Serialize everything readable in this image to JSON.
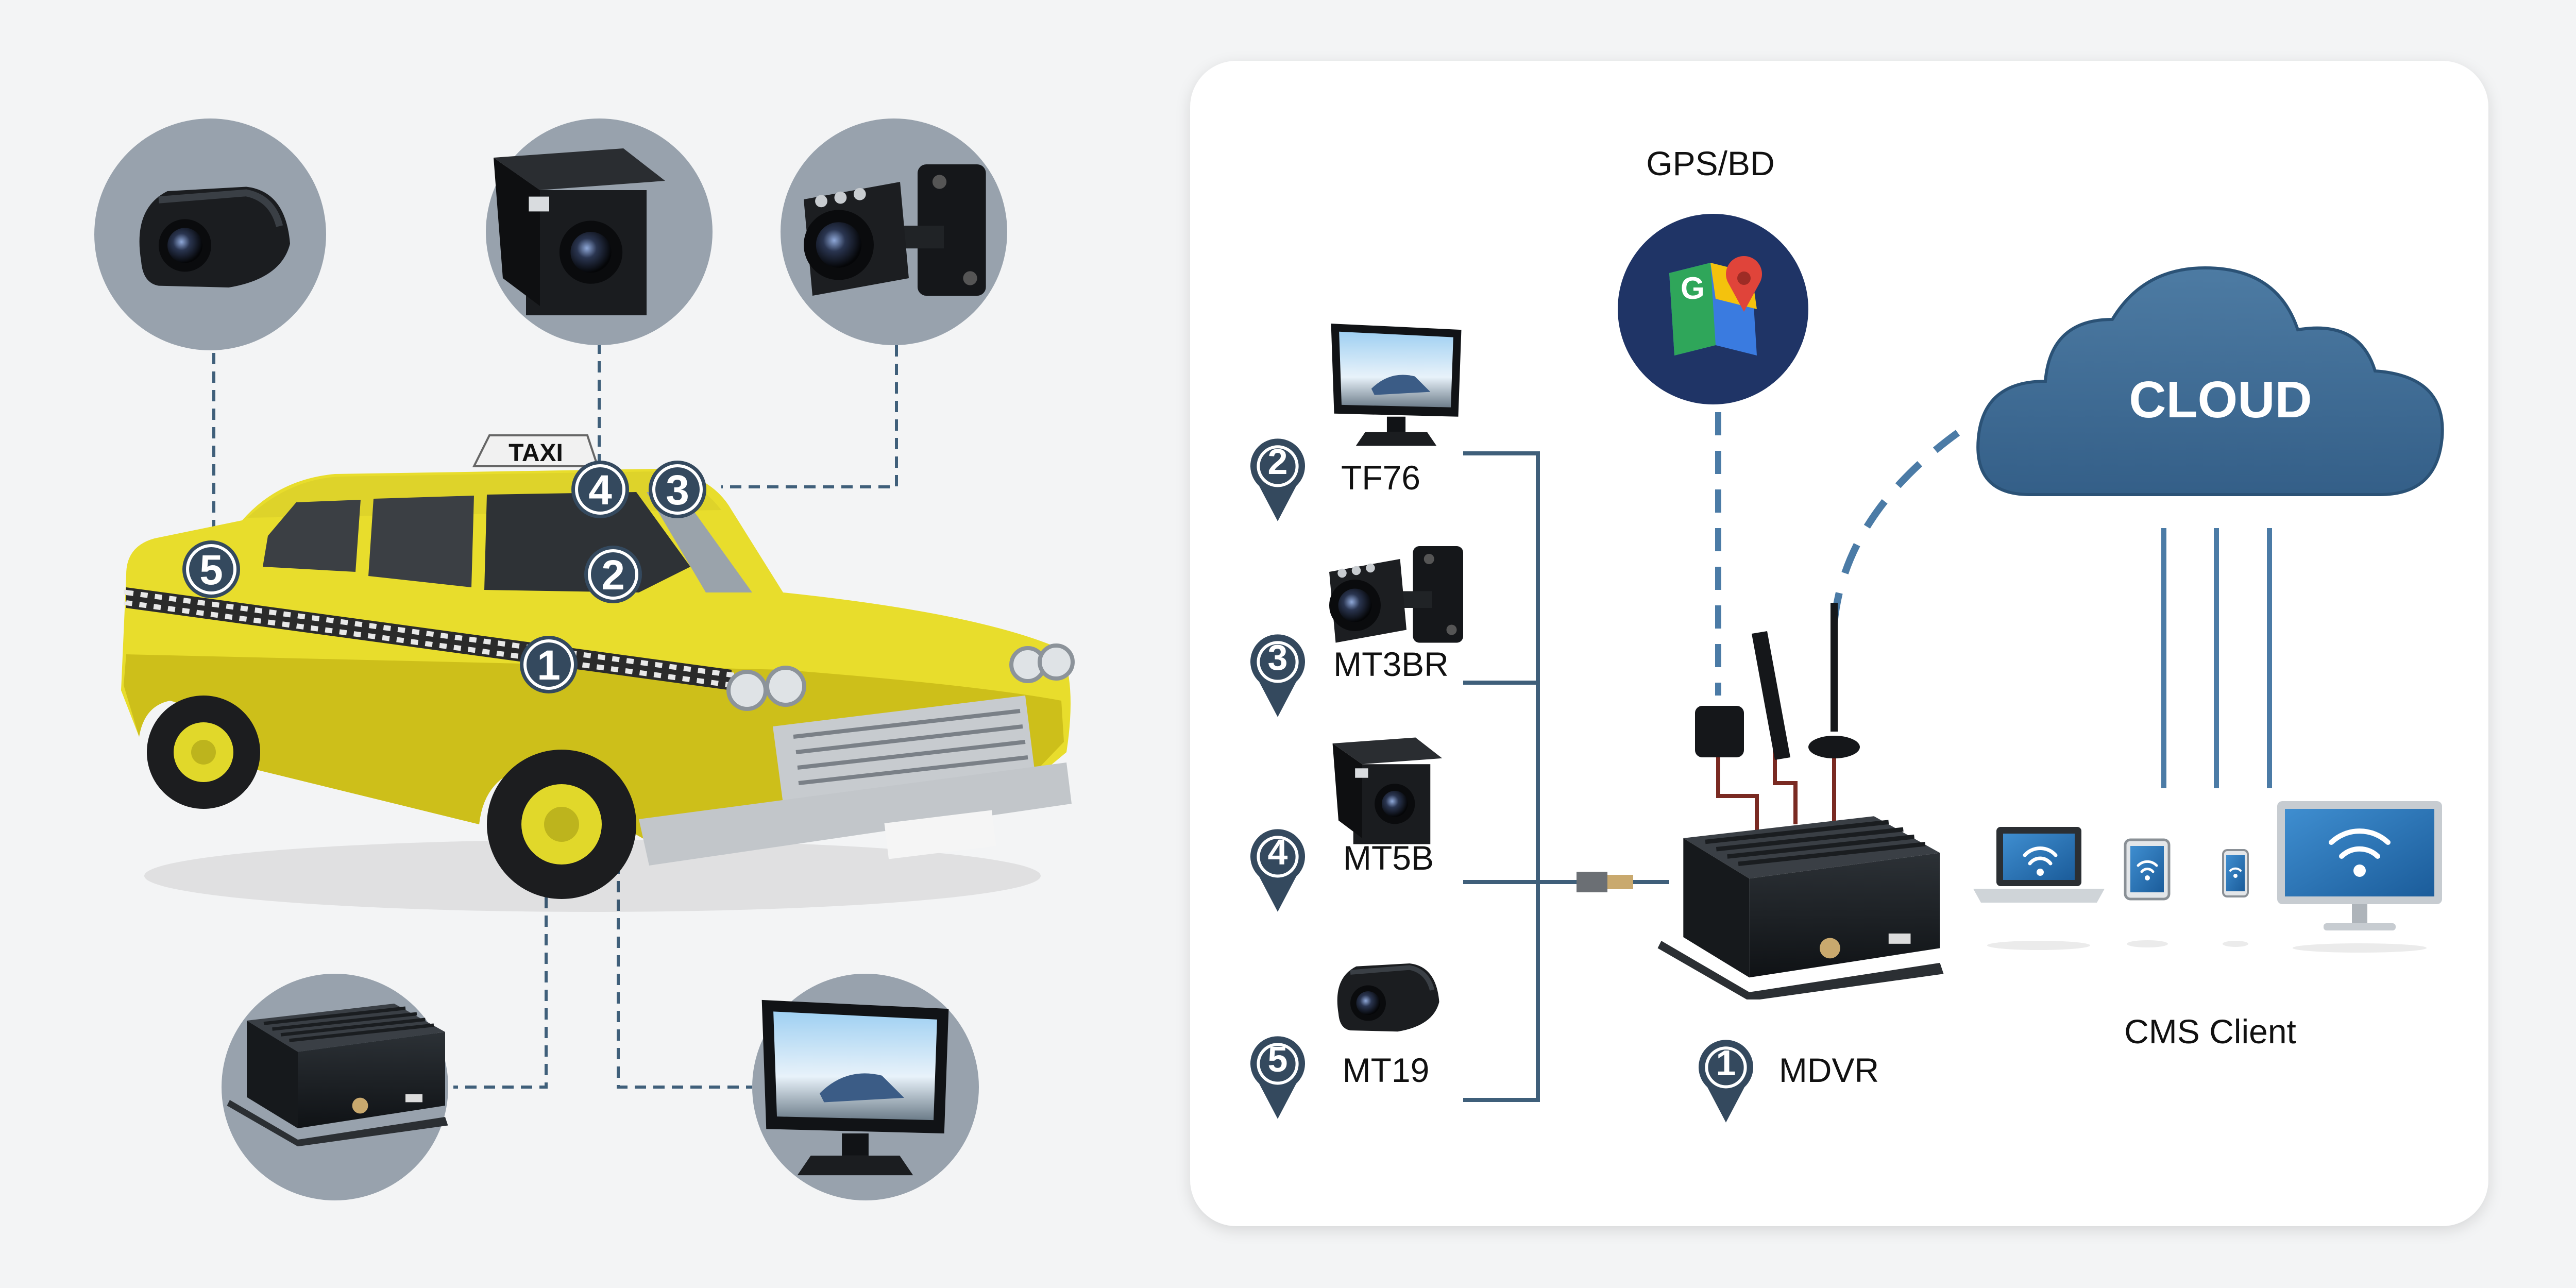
{
  "vehicle": {
    "roof_sign": "TAXI"
  },
  "taxi_markers": [
    "1",
    "2",
    "3",
    "4",
    "5"
  ],
  "system": {
    "gps_label": "GPS/BD",
    "cloud_label": "CLOUD",
    "cms_label": "CMS Client",
    "mdvr": {
      "number": "1",
      "label": "MDVR"
    },
    "peripherals": [
      {
        "number": "2",
        "label": "TF76"
      },
      {
        "number": "3",
        "label": "MT3BR"
      },
      {
        "number": "4",
        "label": "MT5B"
      },
      {
        "number": "5",
        "label": "MT19"
      }
    ]
  },
  "colors": {
    "badge": "#34495e",
    "taxi_yellow": "#e8dd2c",
    "cloud_blue": "#3d6c96",
    "line": "#3f5f7a",
    "gps_circle": "#1f3466"
  }
}
